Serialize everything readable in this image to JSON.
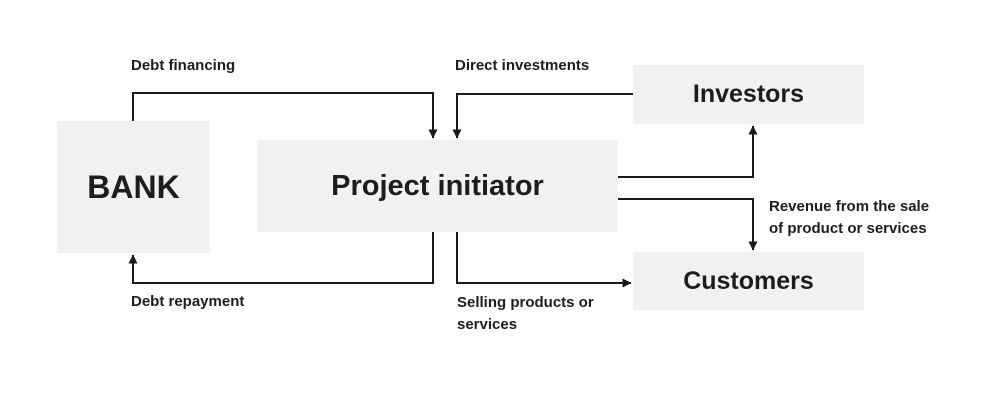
{
  "colors": {
    "background": "#ffffff",
    "box_fill": "#f1f1f2",
    "line": "#1a1a1a",
    "text": "#1d1d1d"
  },
  "nodes": {
    "bank": {
      "label": "BANK"
    },
    "project_initiator": {
      "label": "Project initiator"
    },
    "investors": {
      "label": "Investors"
    },
    "customers": {
      "label": "Customers"
    }
  },
  "edges": {
    "debt_financing": {
      "label": "Debt financing",
      "from": "BANK",
      "to": "Project initiator"
    },
    "direct_investments": {
      "label": "Direct investments",
      "from": "Investors",
      "to": "Project initiator"
    },
    "initiator_to_investors": {
      "label": "",
      "from": "Project initiator",
      "to": "Investors"
    },
    "revenue": {
      "lines": [
        "Revenue from the sale",
        "of product or services"
      ],
      "from": "Project initiator",
      "to": "Customers"
    },
    "debt_repayment": {
      "label": "Debt repayment",
      "from": "Project initiator",
      "to": "BANK"
    },
    "selling_products": {
      "lines": [
        "Selling products or",
        "services"
      ],
      "from": "Project initiator",
      "to": "Customers"
    }
  }
}
